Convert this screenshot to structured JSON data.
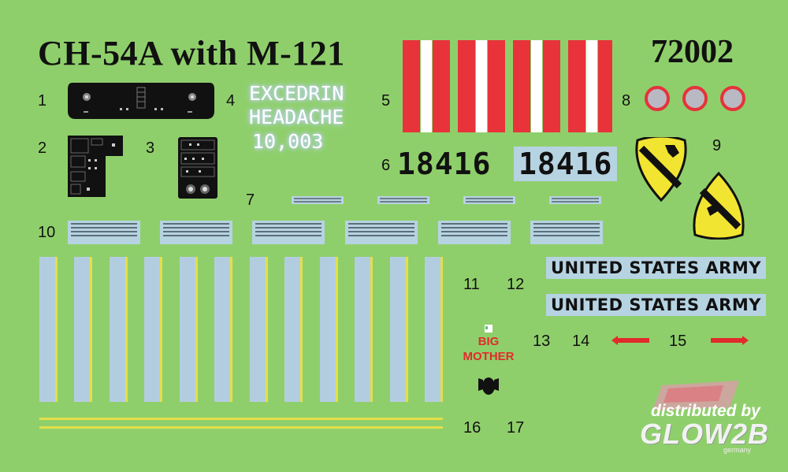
{
  "title": "CH-54A with M-121",
  "product_code": "72002",
  "decal_numbers": [
    "1",
    "2",
    "3",
    "4",
    "5",
    "6",
    "7",
    "8",
    "9",
    "10",
    "11",
    "12",
    "13",
    "14",
    "15",
    "16",
    "17"
  ],
  "nose_art": {
    "line1": "EXCEDRIN",
    "line2": "HEADACHE",
    "line3": "10,003"
  },
  "serials": [
    "18416",
    "18416"
  ],
  "army_labels": [
    "UNITED STATES ARMY",
    "UNITED STATES ARMY"
  ],
  "bomb_art": {
    "line1": "BIG",
    "line2": "MOTHER"
  },
  "distributor": {
    "line1": "distributed by",
    "logo": "GLOW2B",
    "sub": "germany"
  },
  "colors": {
    "sheet_background": "#8fcf6b",
    "stripe_red": "#e8333a",
    "decal_blue": "#b6d3e2",
    "yellow": "#e4df49",
    "cavalry_yellow": "#f2e531"
  },
  "icons": [
    "instrument-panel-icon",
    "cavalry-insignia-icon",
    "bomb-icon",
    "danger-arrow-icon",
    "roundel-icon"
  ]
}
